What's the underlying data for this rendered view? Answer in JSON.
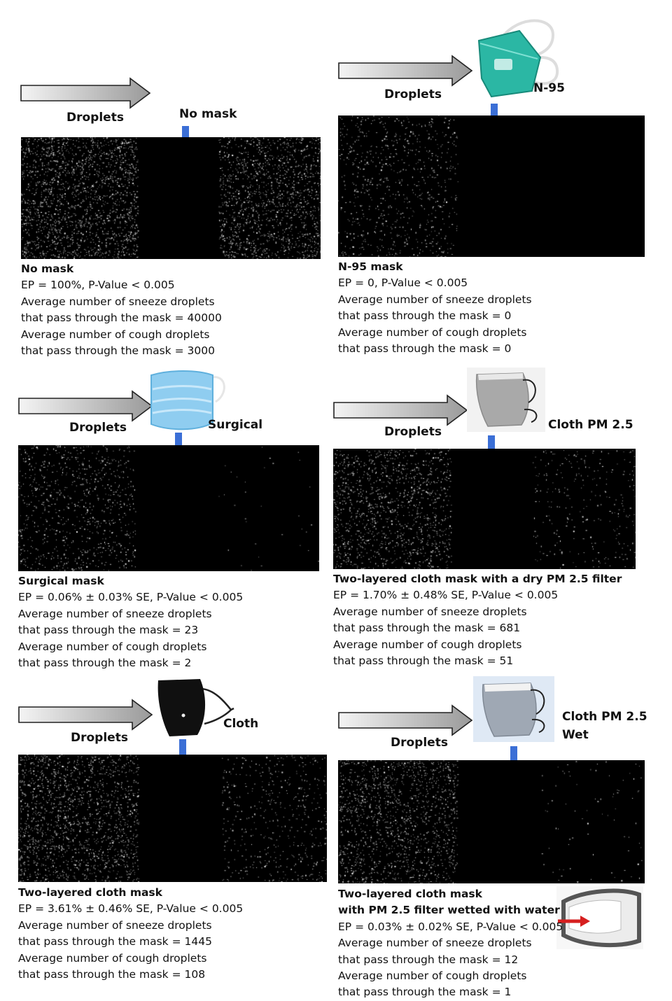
{
  "droplets_label": "Droplets",
  "panels": [
    {
      "id": "no-mask",
      "mask_label": "No mask",
      "title": "No mask",
      "lines": [
        "EP = 100%, P-Value < 0.005",
        "Average number of sneeze droplets",
        "that pass through the mask = 40000",
        "Average number of cough droplets",
        "that pass through the mask = 3000"
      ],
      "density": [
        1.0,
        0.0,
        0.85
      ]
    },
    {
      "id": "n95",
      "mask_label": "N-95",
      "title": "N-95 mask",
      "lines": [
        "EP = 0, P-Value < 0.005",
        "Average number of sneeze droplets",
        "that pass through the mask = 0",
        "Average number of cough droplets",
        "that pass through the mask = 0"
      ],
      "density": [
        0.35,
        0.0,
        0.0
      ]
    },
    {
      "id": "surgical",
      "mask_label": "Surgical",
      "title": "Surgical mask",
      "lines": [
        "EP = 0.06% ± 0.03% SE, P-Value < 0.005",
        "Average number of sneeze droplets",
        "that pass through the mask = 23",
        "Average number of cough droplets",
        "that pass through the mask = 2"
      ],
      "density": [
        0.45,
        0.0,
        0.02
      ]
    },
    {
      "id": "cloth-pm25",
      "mask_label": "Cloth PM 2.5",
      "title": "Two-layered cloth mask with a dry PM 2.5 filter",
      "lines": [
        "EP = 1.70% ± 0.48% SE, P-Value < 0.005",
        "Average number of sneeze droplets",
        "that pass through the mask = 681",
        "Average number of cough droplets",
        "that pass through the mask = 51"
      ],
      "density": [
        0.7,
        0.0,
        0.18
      ]
    },
    {
      "id": "cloth",
      "mask_label": "Cloth",
      "title": "Two-layered cloth mask",
      "lines": [
        "EP = 3.61% ± 0.46% SE, P-Value < 0.005",
        "Average number of sneeze droplets",
        "that pass through the mask = 1445",
        "Average number of cough droplets",
        "that pass through the mask = 108"
      ],
      "density": [
        0.85,
        0.0,
        0.3
      ]
    },
    {
      "id": "cloth-pm25-wet",
      "mask_label_line1": "Cloth PM 2.5",
      "mask_label_line2": "Wet",
      "title_line1": "Two-layered cloth mask",
      "title_line2": "with PM 2.5 filter wetted with water",
      "lines": [
        "EP = 0.03% ± 0.02% SE, P-Value < 0.005",
        "Average number of sneeze droplets",
        "that pass through the mask = 12",
        "Average number of cough droplets",
        "that pass through the mask = 1"
      ],
      "density": [
        0.75,
        0.0,
        0.05
      ]
    }
  ],
  "colors": {
    "down_arrow": "#3b6fd6",
    "gray_arrow_light": "#f4f4f4",
    "gray_arrow_dark": "#9a9a9a"
  }
}
